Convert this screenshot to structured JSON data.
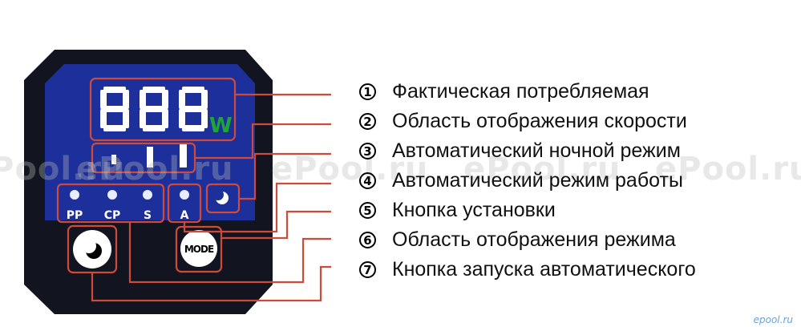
{
  "panel": {
    "display_digits": "888",
    "power_unit": "W",
    "indicators": [
      "PP",
      "CP",
      "S",
      "A"
    ],
    "mode_button_label": "MODE"
  },
  "callouts": [
    {
      "number": "1",
      "text": "Фактическая потребляемая"
    },
    {
      "number": "2",
      "text": "Область отображения скорости"
    },
    {
      "number": "3",
      "text": "Автоматический ночной режим"
    },
    {
      "number": "4",
      "text": "Автоматический режим работы"
    },
    {
      "number": "5",
      "text": "Кнопка установки"
    },
    {
      "number": "6",
      "text": "Область отображения режима"
    },
    {
      "number": "7",
      "text": "Кнопка запуска автоматического"
    }
  ],
  "watermark_text": "ePool.ru",
  "corner_watermark": "epool.ru",
  "colors": {
    "panel_frame": "#12151f",
    "panel_screen": "#1d2f9a",
    "callout_line": "#d04a3a",
    "unit_green": "#1fa33a"
  }
}
